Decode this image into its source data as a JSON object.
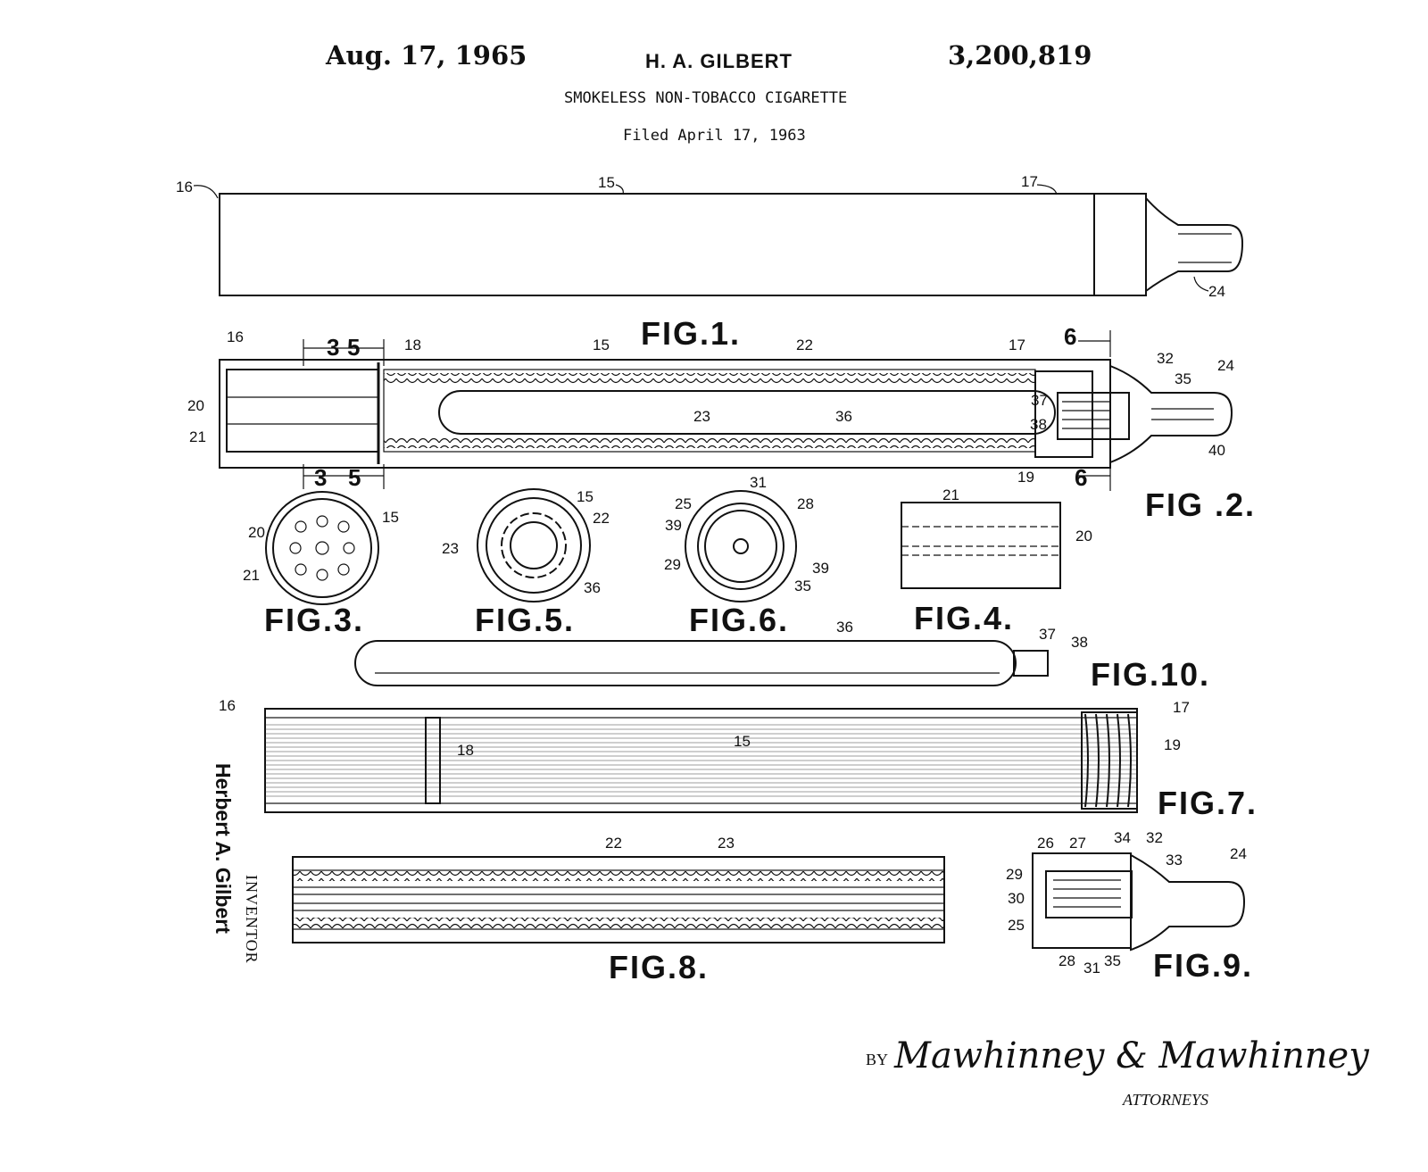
{
  "header": {
    "date": "Aug. 17, 1965",
    "inventor_short": "H. A. GILBERT",
    "patent_number": "3,200,819",
    "title": "SMOKELESS NON-TOBACCO CIGARETTE",
    "filed": "Filed April 17, 1963"
  },
  "figures": {
    "fig1": "FIG.1.",
    "fig2": "FIG .2.",
    "fig3": "FIG.3.",
    "fig4": "FIG.4.",
    "fig5": "FIG.5.",
    "fig6": "FIG.6.",
    "fig7": "FIG.7.",
    "fig8": "FIG.8.",
    "fig9": "FIG.9.",
    "fig10": "FIG.10."
  },
  "refs": {
    "fig1": [
      "16",
      "15",
      "17",
      "24"
    ],
    "fig2": [
      "16",
      "3",
      "5",
      "18",
      "15",
      "22",
      "17",
      "6",
      "32",
      "24",
      "35",
      "20",
      "37",
      "21",
      "23",
      "36",
      "38",
      "40",
      "19",
      "3",
      "5",
      "6"
    ],
    "fig3": [
      "20",
      "15",
      "21"
    ],
    "fig5": [
      "15",
      "22",
      "23",
      "36"
    ],
    "fig6": [
      "31",
      "25",
      "28",
      "39",
      "29",
      "39",
      "35"
    ],
    "fig4": [
      "21",
      "20"
    ],
    "fig10": [
      "36",
      "37",
      "38"
    ],
    "fig7": [
      "16",
      "17",
      "18",
      "15",
      "19"
    ],
    "fig8": [
      "22",
      "23"
    ],
    "fig9": [
      "26",
      "27",
      "34",
      "32",
      "24",
      "29",
      "33",
      "30",
      "25",
      "28",
      "31",
      "35"
    ]
  },
  "inventor": {
    "name": "Herbert A. Gilbert",
    "label": "INVENTOR"
  },
  "attorneys": {
    "by": "BY",
    "signature": "Mawhinney & Mawhinney",
    "label": "ATTORNEYS"
  }
}
